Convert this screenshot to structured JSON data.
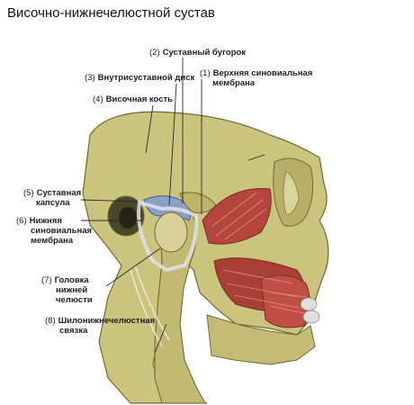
{
  "title": "Височно-нижнечелюстной сустав",
  "labels": [
    {
      "num": "(1)",
      "lines": [
        "Верхняя синовиальная",
        "мембрана"
      ]
    },
    {
      "num": "(2)",
      "lines": [
        "Суставный бугорок"
      ]
    },
    {
      "num": "(3)",
      "lines": [
        "Внутрисуставной диск"
      ]
    },
    {
      "num": "(4)",
      "lines": [
        "Височная кость"
      ]
    },
    {
      "num": "(5)",
      "lines": [
        "Суставная",
        "капсула"
      ]
    },
    {
      "num": "(6)",
      "lines": [
        "Нижняя",
        "синовиальная",
        "мембрана"
      ]
    },
    {
      "num": "(7)",
      "lines": [
        "Головка",
        "нижней",
        "челюсти"
      ]
    },
    {
      "num": "(8)",
      "lines": [
        "Шилонижнечелюстная",
        "связка"
      ]
    }
  ],
  "colors": {
    "bone": "#cbc47e",
    "bone_dark": "#9c9350",
    "muscle": "#b5463f",
    "capsule": "#d9dde6",
    "background": "#ffffff"
  }
}
